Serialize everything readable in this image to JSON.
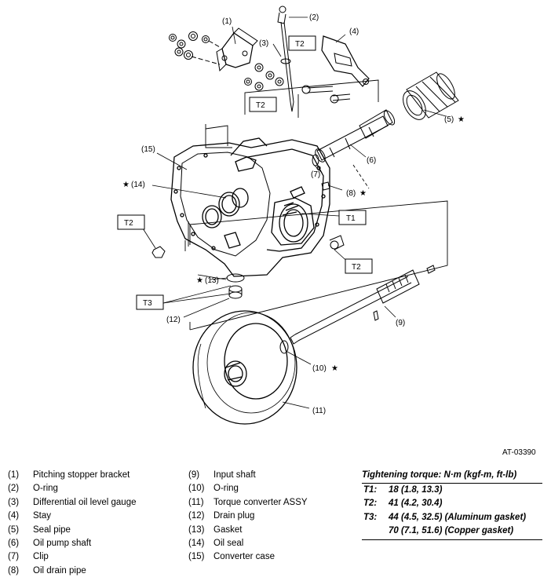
{
  "figure_id": "AT-03390",
  "callouts": {
    "c1": "(1)",
    "c2": "(2)",
    "c3": "(3)",
    "c4": "(4)",
    "c5": "(5)",
    "c6": "(6)",
    "c7": "(7)",
    "c8": "(8)",
    "c9": "(9)",
    "c10": "(10)",
    "c11": "(11)",
    "c12": "(12)",
    "c13": "(13)",
    "c14": "(14)",
    "c15": "(15)",
    "star": "★"
  },
  "torque_boxes": {
    "t1": "T1",
    "t2": "T2",
    "t3": "T3"
  },
  "legend": [
    {
      "num": "(1)",
      "name": "Pitching stopper bracket"
    },
    {
      "num": "(2)",
      "name": "O-ring"
    },
    {
      "num": "(3)",
      "name": "Differential oil level gauge"
    },
    {
      "num": "(4)",
      "name": "Stay"
    },
    {
      "num": "(5)",
      "name": "Seal pipe"
    },
    {
      "num": "(6)",
      "name": "Oil pump shaft"
    },
    {
      "num": "(7)",
      "name": "Clip"
    },
    {
      "num": "(8)",
      "name": "Oil drain pipe"
    },
    {
      "num": "(9)",
      "name": "Input shaft"
    },
    {
      "num": "(10)",
      "name": "O-ring"
    },
    {
      "num": "(11)",
      "name": "Torque converter ASSY"
    },
    {
      "num": "(12)",
      "name": "Drain plug"
    },
    {
      "num": "(13)",
      "name": "Gasket"
    },
    {
      "num": "(14)",
      "name": "Oil seal"
    },
    {
      "num": "(15)",
      "name": "Converter case"
    }
  ],
  "torque_table": {
    "title": "Tightening torque: N·m (kgf-m, ft-lb)",
    "rows": [
      {
        "label": "T1:",
        "value": "18 (1.8, 13.3)"
      },
      {
        "label": "T2:",
        "value": "41 (4.2, 30.4)"
      },
      {
        "label": "T3:",
        "value": "44 (4.5, 32.5) (Aluminum gasket)"
      },
      {
        "label": "",
        "value": "70 (7.1, 51.6) (Copper gasket)"
      }
    ]
  }
}
